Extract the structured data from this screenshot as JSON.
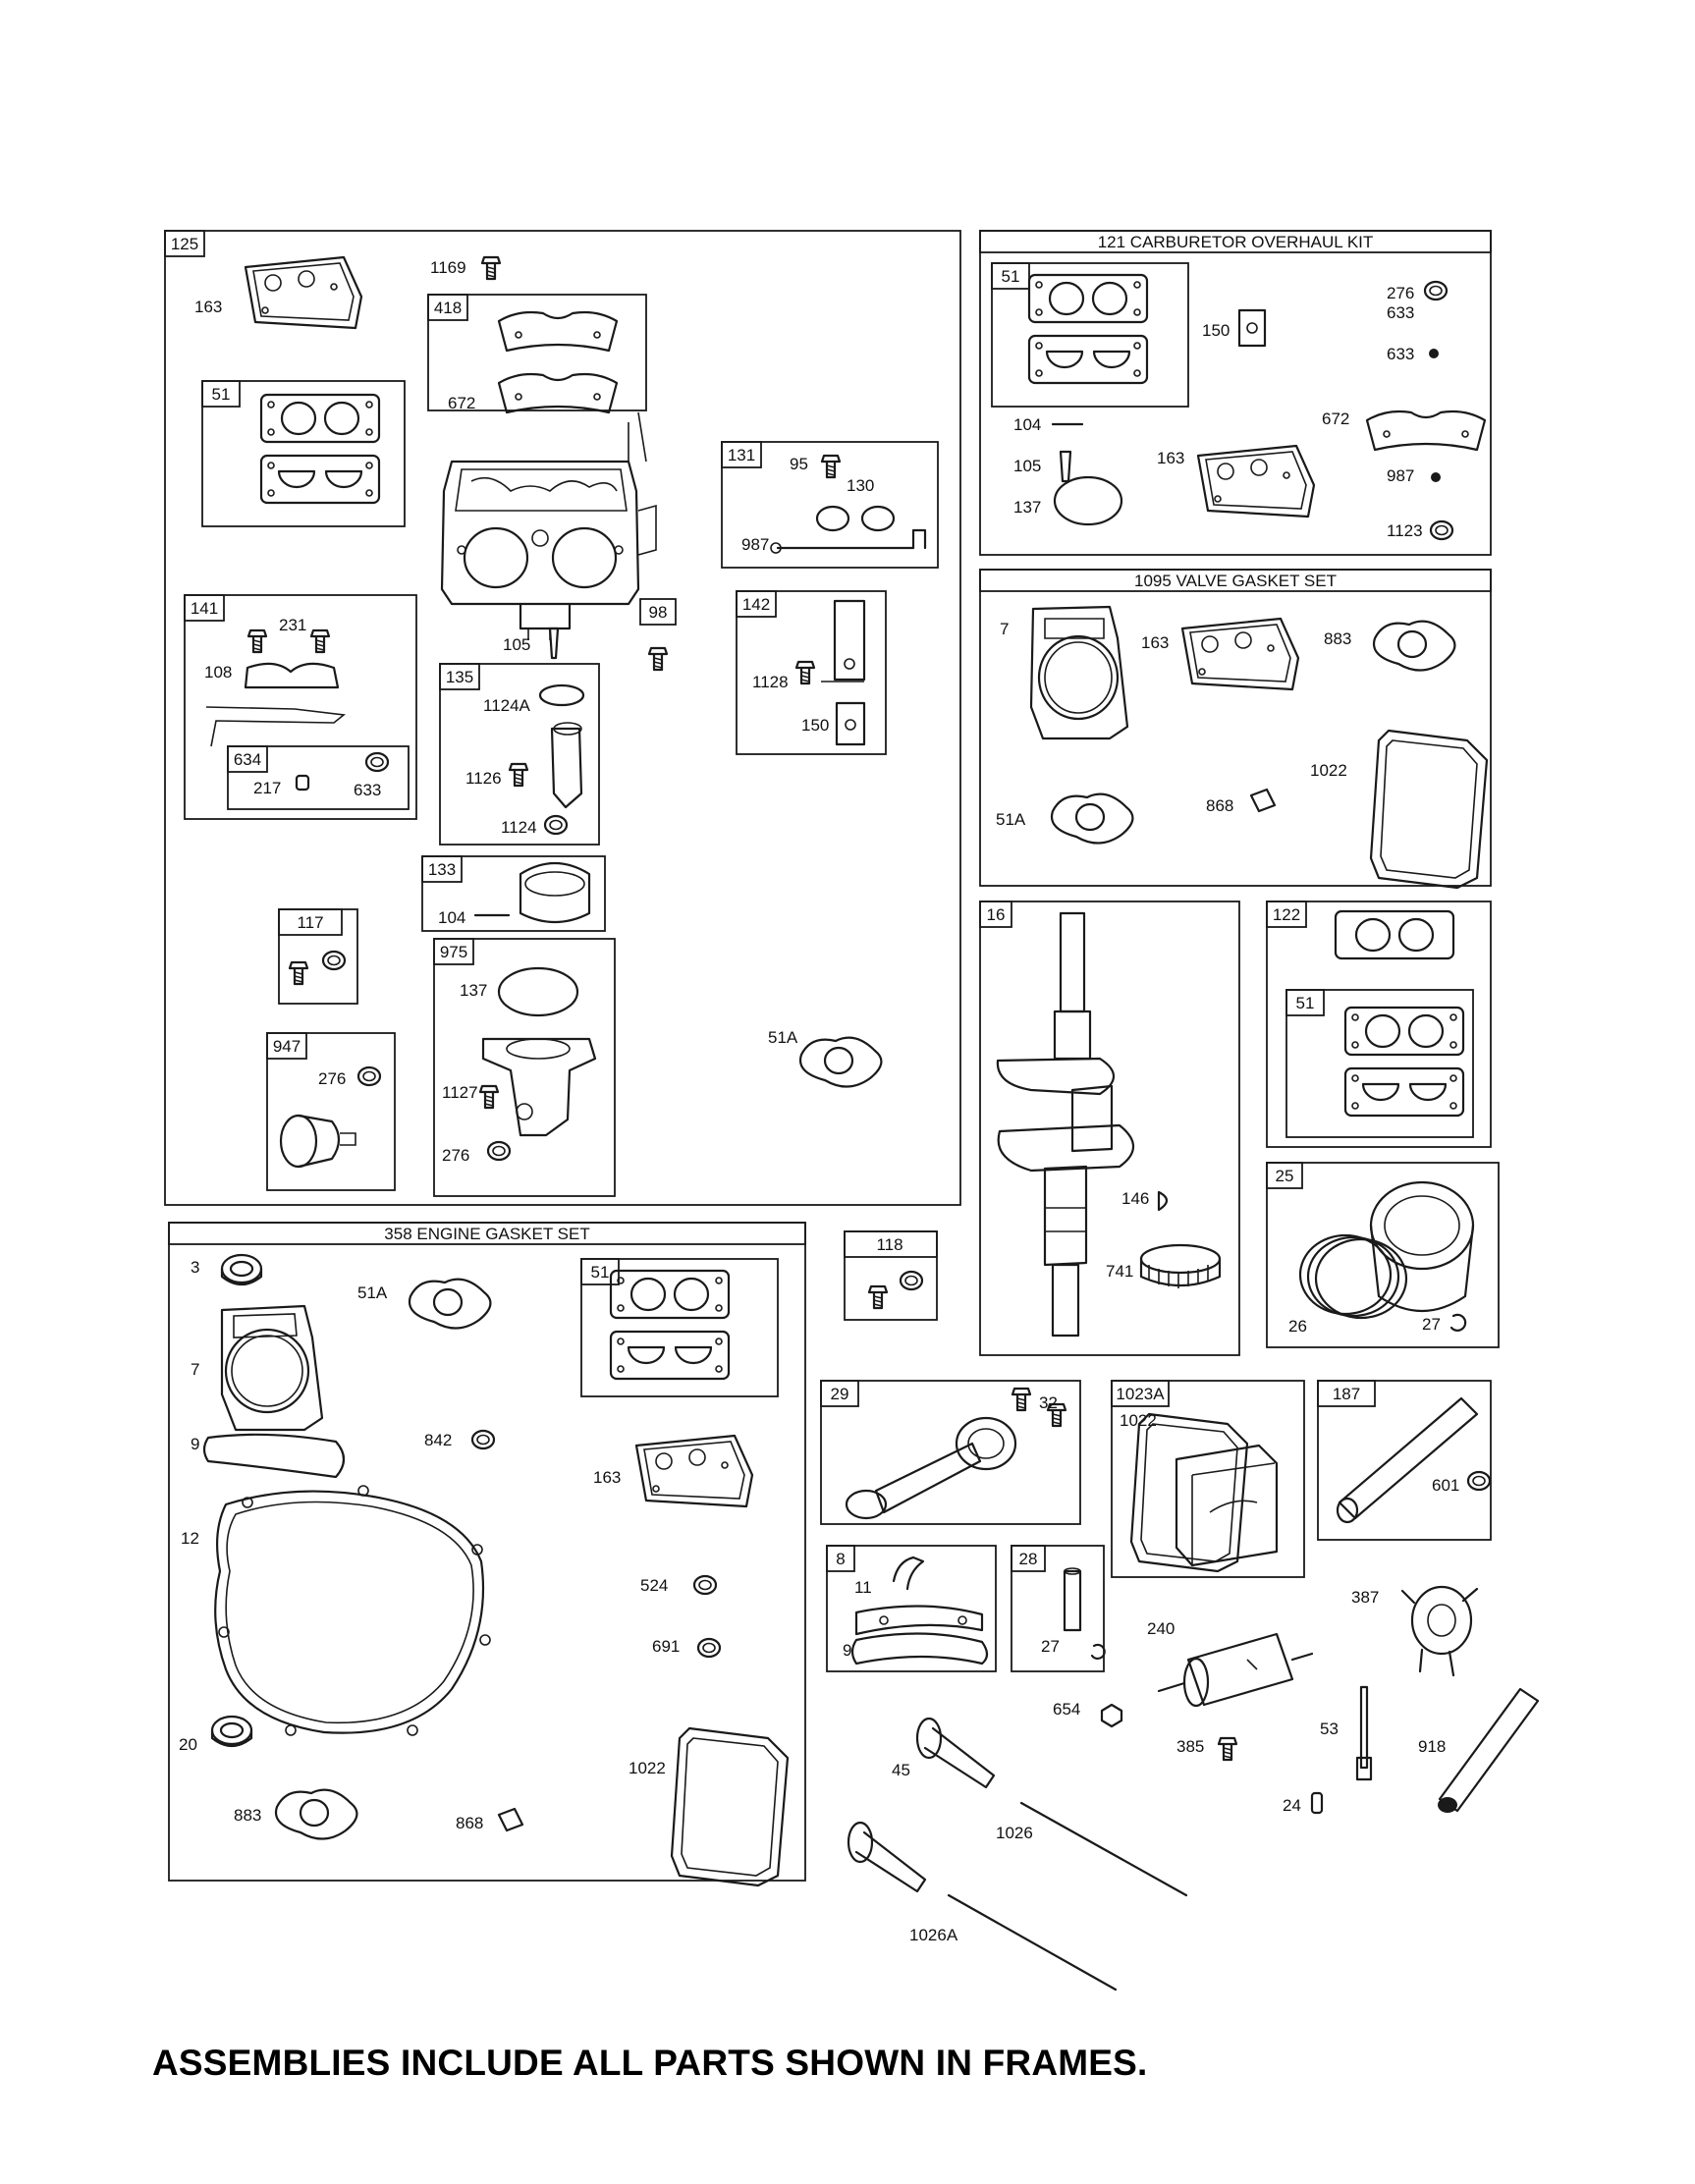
{
  "footer_note": "ASSEMBLIES INCLUDE ALL PARTS SHOWN IN FRAMES.",
  "frames": {
    "f125": {
      "tag": "125"
    },
    "f418": {
      "tag": "418"
    },
    "f51a": {
      "tag": "51"
    },
    "f131": {
      "tag": "131"
    },
    "f141": {
      "tag": "141"
    },
    "f634": {
      "tag": "634"
    },
    "f98": {
      "tag": "98"
    },
    "f142": {
      "tag": "142"
    },
    "f135": {
      "tag": "135"
    },
    "f133": {
      "tag": "133"
    },
    "f117": {
      "tag": "117"
    },
    "f975": {
      "tag": "975"
    },
    "f947": {
      "tag": "947"
    },
    "f121": {
      "title": "121 CARBURETOR OVERHAUL KIT"
    },
    "f51b": {
      "tag": "51"
    },
    "f1095": {
      "title": "1095 VALVE GASKET SET"
    },
    "f16": {
      "tag": "16"
    },
    "f122": {
      "tag": "122"
    },
    "f51c": {
      "tag": "51"
    },
    "f25": {
      "tag": "25"
    },
    "f358": {
      "title": "358 ENGINE GASKET SET"
    },
    "f51d": {
      "tag": "51"
    },
    "f118": {
      "tag": "118"
    },
    "f29": {
      "tag": "29"
    },
    "f1023a": {
      "tag": "1023A"
    },
    "f187": {
      "tag": "187"
    },
    "f8": {
      "tag": "8"
    },
    "f28": {
      "tag": "28"
    }
  },
  "part_labels": [
    {
      "id": "l163a",
      "text": "163"
    },
    {
      "id": "l1169",
      "text": "1169"
    },
    {
      "id": "l672a",
      "text": "672"
    },
    {
      "id": "l95",
      "text": "95"
    },
    {
      "id": "l130",
      "text": "130"
    },
    {
      "id": "l987a",
      "text": "987"
    },
    {
      "id": "l231",
      "text": "231"
    },
    {
      "id": "l108",
      "text": "108"
    },
    {
      "id": "l217",
      "text": "217"
    },
    {
      "id": "l633a",
      "text": "633"
    },
    {
      "id": "l105a",
      "text": "105"
    },
    {
      "id": "l1124a",
      "text": "1124A"
    },
    {
      "id": "l1126",
      "text": "1126"
    },
    {
      "id": "l1124",
      "text": "1124"
    },
    {
      "id": "l1128",
      "text": "1128"
    },
    {
      "id": "l150a",
      "text": "150"
    },
    {
      "id": "l104a",
      "text": "104"
    },
    {
      "id": "l137a",
      "text": "137"
    },
    {
      "id": "l1127",
      "text": "1127"
    },
    {
      "id": "l276a",
      "text": "276"
    },
    {
      "id": "l276b",
      "text": "276"
    },
    {
      "id": "l51A_a",
      "text": "51A"
    },
    {
      "id": "l276c",
      "text": "276"
    },
    {
      "id": "l633b",
      "text": "633"
    },
    {
      "id": "l150b",
      "text": "150"
    },
    {
      "id": "l104b",
      "text": "104"
    },
    {
      "id": "l672b",
      "text": "672"
    },
    {
      "id": "l105b",
      "text": "105"
    },
    {
      "id": "l163b",
      "text": "163"
    },
    {
      "id": "l987b",
      "text": "987"
    },
    {
      "id": "l137b",
      "text": "137"
    },
    {
      "id": "l1123",
      "text": "1123"
    },
    {
      "id": "l7a",
      "text": "7"
    },
    {
      "id": "l163c",
      "text": "163"
    },
    {
      "id": "l883a",
      "text": "883"
    },
    {
      "id": "l1022a",
      "text": "1022"
    },
    {
      "id": "l868a",
      "text": "868"
    },
    {
      "id": "l51A_b",
      "text": "51A"
    },
    {
      "id": "l146",
      "text": "146"
    },
    {
      "id": "l741",
      "text": "741"
    },
    {
      "id": "l26",
      "text": "26"
    },
    {
      "id": "l27a",
      "text": "27"
    },
    {
      "id": "l3",
      "text": "3"
    },
    {
      "id": "l51A_c",
      "text": "51A"
    },
    {
      "id": "l7b",
      "text": "7"
    },
    {
      "id": "l9a",
      "text": "9"
    },
    {
      "id": "l842",
      "text": "842"
    },
    {
      "id": "l163d",
      "text": "163"
    },
    {
      "id": "l12",
      "text": "12"
    },
    {
      "id": "l524",
      "text": "524"
    },
    {
      "id": "l691",
      "text": "691"
    },
    {
      "id": "l20",
      "text": "20"
    },
    {
      "id": "l1022b",
      "text": "1022"
    },
    {
      "id": "l883b",
      "text": "883"
    },
    {
      "id": "l868b",
      "text": "868"
    },
    {
      "id": "l32",
      "text": "32"
    },
    {
      "id": "l1022c",
      "text": "1022"
    },
    {
      "id": "l601",
      "text": "601"
    },
    {
      "id": "l11",
      "text": "11"
    },
    {
      "id": "l9b",
      "text": "9"
    },
    {
      "id": "l27b",
      "text": "27"
    },
    {
      "id": "l240",
      "text": "240"
    },
    {
      "id": "l387",
      "text": "387"
    },
    {
      "id": "l654",
      "text": "654"
    },
    {
      "id": "l385",
      "text": "385"
    },
    {
      "id": "l53",
      "text": "53"
    },
    {
      "id": "l918",
      "text": "918"
    },
    {
      "id": "l24",
      "text": "24"
    },
    {
      "id": "l45",
      "text": "45"
    },
    {
      "id": "l1026",
      "text": "1026"
    },
    {
      "id": "l1026a",
      "text": "1026A"
    }
  ]
}
